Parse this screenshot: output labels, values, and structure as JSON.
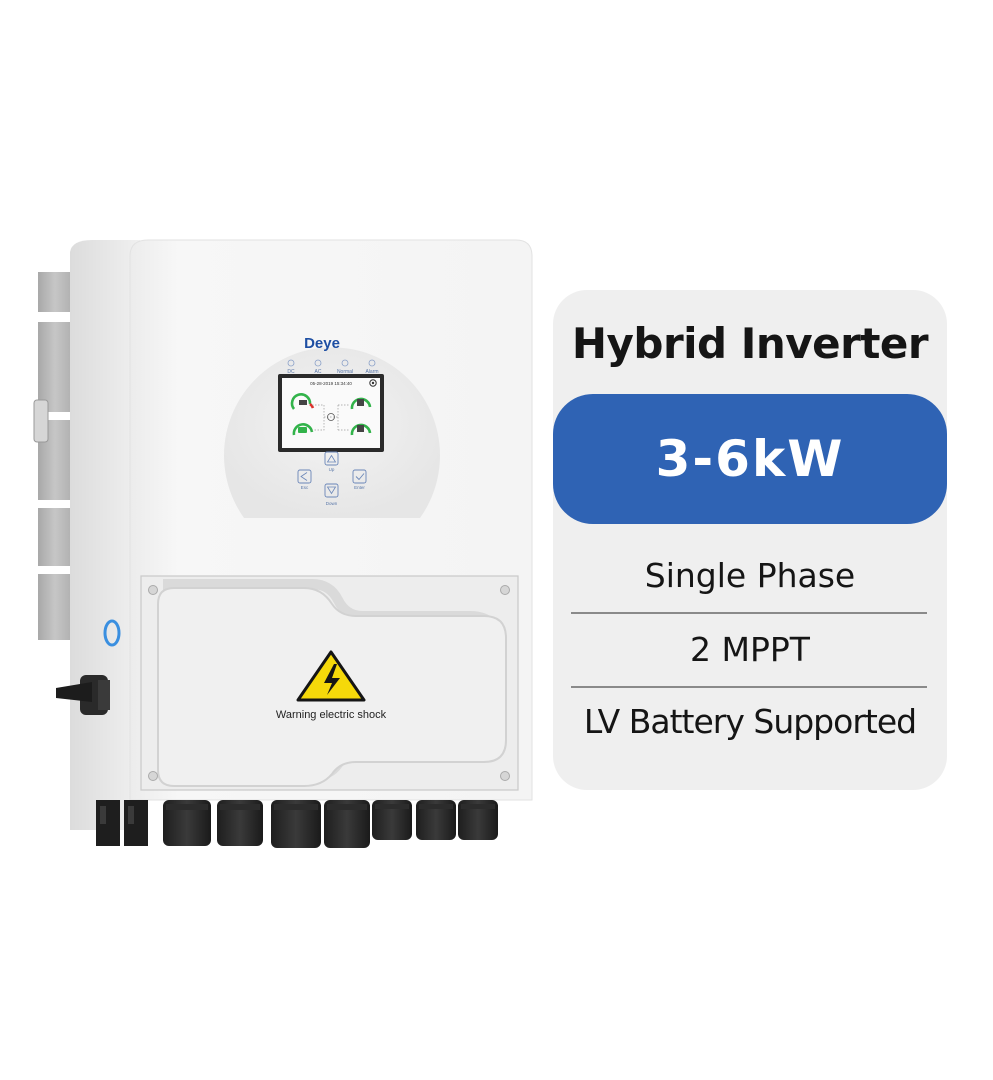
{
  "product": {
    "brand": "Deye",
    "indicators": [
      "DC",
      "AC",
      "Normal",
      "Alarm"
    ],
    "screen_datetime": "05-28-2019  15:34:40",
    "buttons": {
      "esc": "Esc",
      "up": "Up",
      "enter": "Enter",
      "down": "Down"
    },
    "warning_label": "Warning electric shock"
  },
  "spec": {
    "title": "Hybrid Inverter",
    "power": "3-6kW",
    "features": [
      "Single Phase",
      "2 MPPT",
      "LV Battery Supported"
    ]
  },
  "colors": {
    "accent_blue": "#2f63b4",
    "card_bg": "#efefef",
    "warning_yellow": "#f5d90a"
  }
}
